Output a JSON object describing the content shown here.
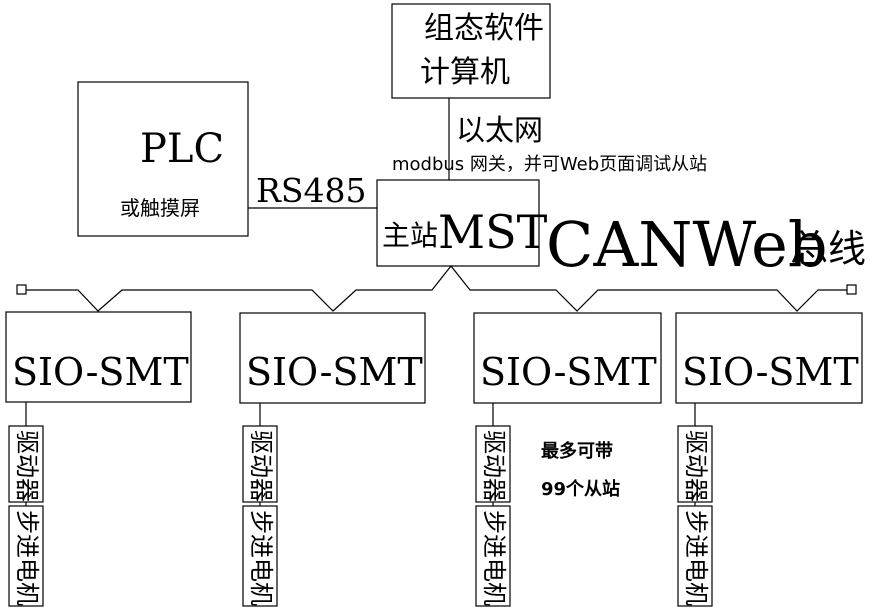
{
  "computer_box": {
    "line1": "组态软件",
    "line2": "计算机"
  },
  "ethernet_label": "以太网",
  "modbus_note": "modbus 网关，并可Web页面调试从站",
  "plc_box": {
    "title": "PLC",
    "subtitle": "或触摸屏"
  },
  "rs485_label": "RS485",
  "master_box": {
    "prefix": "主站",
    "name": "MST"
  },
  "bus_label": {
    "main": "CANWeb",
    "suffix": "总线"
  },
  "slaves": [
    {
      "label": "SIO-SMT",
      "driver": "驱动器",
      "motor": "步进电机"
    },
    {
      "label": "SIO-SMT",
      "driver": "驱动器",
      "motor": "步进电机"
    },
    {
      "label": "SIO-SMT",
      "driver": "驱动器",
      "motor": "步进电机"
    },
    {
      "label": "SIO-SMT",
      "driver": "驱动器",
      "motor": "步进电机"
    }
  ],
  "max_note": {
    "line1": "最多可带",
    "line2": "99个从站"
  }
}
